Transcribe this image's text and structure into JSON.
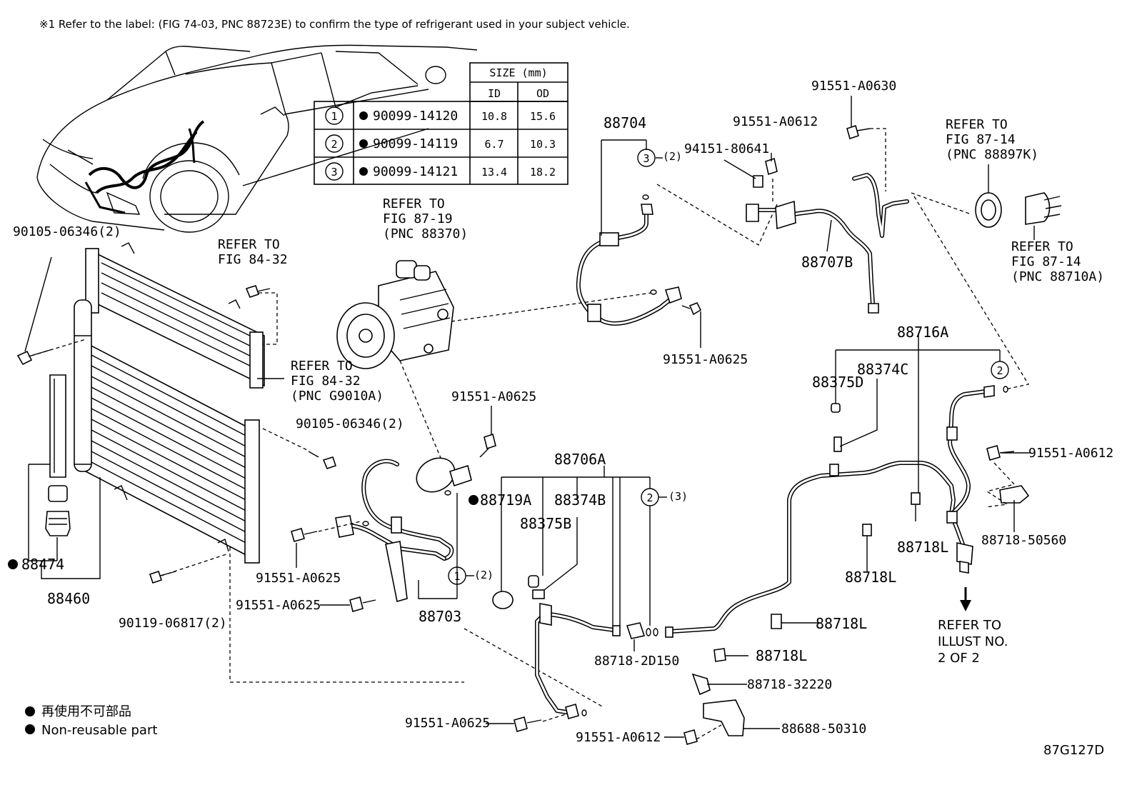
{
  "header_note": "※1 Refer to the label: (FIG 74-03, PNC 88723E) to confirm the type of refrigerant used in your subject vehicle.",
  "size_table": {
    "header": "SIZE (mm)",
    "col_id": "ID",
    "col_od": "OD",
    "rows": [
      {
        "num": "1",
        "part": "90099-14120",
        "id": "10.8",
        "od": "15.6"
      },
      {
        "num": "2",
        "part": "90099-14119",
        "id": "6.7",
        "od": "10.3"
      },
      {
        "num": "3",
        "part": "90099-14121",
        "id": "13.4",
        "od": "18.2"
      }
    ]
  },
  "refs": {
    "fig_84_32_top": [
      "REFER TO",
      "FIG 84-32"
    ],
    "fig_84_32_pnc": [
      "REFER TO",
      "FIG 84-32",
      "(PNC G9010A)"
    ],
    "fig_87_19": [
      "REFER TO",
      "FIG 87-19",
      "(PNC 88370)"
    ],
    "fig_87_14_k": [
      "REFER TO",
      "FIG 87-14",
      "(PNC 88897K)"
    ],
    "fig_87_14_a": [
      "REFER TO",
      "FIG 87-14",
      "(PNC 88710A)"
    ],
    "illust": [
      "REFER TO",
      "ILLUST NO.",
      "2 OF 2"
    ]
  },
  "parts": {
    "p90105_top": "90105-06346(2)",
    "p90105_mid": "90105-06346(2)",
    "p88474": "88474",
    "p88460": "88460",
    "p90119": "90119-06817(2)",
    "p91551_a0625_a": "91551-A0625",
    "p91551_a0625_b": "91551-A0625",
    "p91551_a0625_c": "91551-A0625",
    "p91551_a0625_d": "91551-A0625",
    "p91551_a0625_e": "91551-A0625",
    "p88703": "88703",
    "p88704": "88704",
    "p88706a": "88706A",
    "p88719a": "88719A",
    "p88374b": "88374B",
    "p88375b": "88375B",
    "p88718_2d150": "88718-2D150",
    "p88718_32220": "88718-32220",
    "p88688": "88688-50310",
    "p91551_a0612_a": "91551-A0612",
    "p91551_a0612_b": "91551-A0612",
    "p91551_a0612_c": "91551-A0612",
    "p91551_a0630": "91551-A0630",
    "p94151": "94151-80641",
    "p88707b": "88707B",
    "p88716a": "88716A",
    "p88374c": "88374C",
    "p88375d": "88375D",
    "p88718l_a": "88718L",
    "p88718l_b": "88718L",
    "p88718l_c": "88718L",
    "p88718l_d": "88718L",
    "p88718_50560": "88718-50560"
  },
  "callouts": {
    "c3_paren": "(2)",
    "c2_paren": "(3)",
    "c1_paren": "(2)",
    "n1": "1",
    "n2": "2",
    "n3": "3"
  },
  "legend": {
    "jp": "再使用不可部品",
    "en": "Non-reusable part"
  },
  "figure_code": "87G127D"
}
